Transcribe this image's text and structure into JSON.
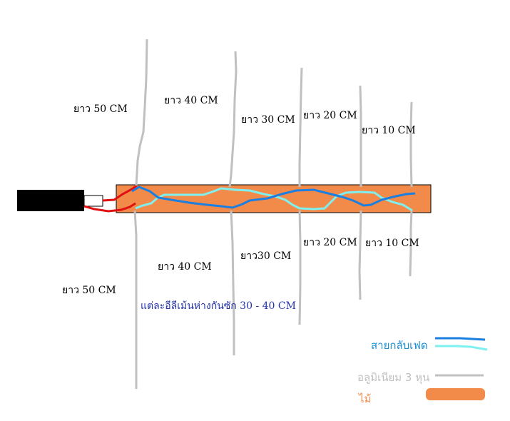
{
  "labels_top": {
    "rod1": "ยาว 50 CM",
    "rod2": "ยาว 40 CM",
    "rod3": "ยาว 30 CM",
    "rod4": "ยาว 20 CM",
    "rod5": "ยาว 10 CM"
  },
  "labels_bottom": {
    "rod1": "ยาว 50 CM",
    "rod2": "ยาว 40 CM",
    "rod3": "ยาว30 CM",
    "rod4": "ยาว 20 CM",
    "rod5": "ยาว 10 CM"
  },
  "spacing_note": "แต่ละอีลีเม้นห่างกันซัก 30 - 40 CM",
  "legend": {
    "feed_wire": "สายกลับเฟด",
    "aluminum": "อลูมิเนียม 3 หุน",
    "wood": "ไม้"
  },
  "colors": {
    "wood": "#f28a4a",
    "aluminum": "#c0c0c0",
    "wire_blue": "#1a7fe0",
    "wire_cyan": "#7ff0f0",
    "cable_red": "#e01010",
    "connector": "#000000",
    "legend_blue_text": "#1a8fd8",
    "legend_gray_text": "#c0c0c0",
    "legend_orange_text": "#f28a4a",
    "note_text": "#2233aa"
  }
}
